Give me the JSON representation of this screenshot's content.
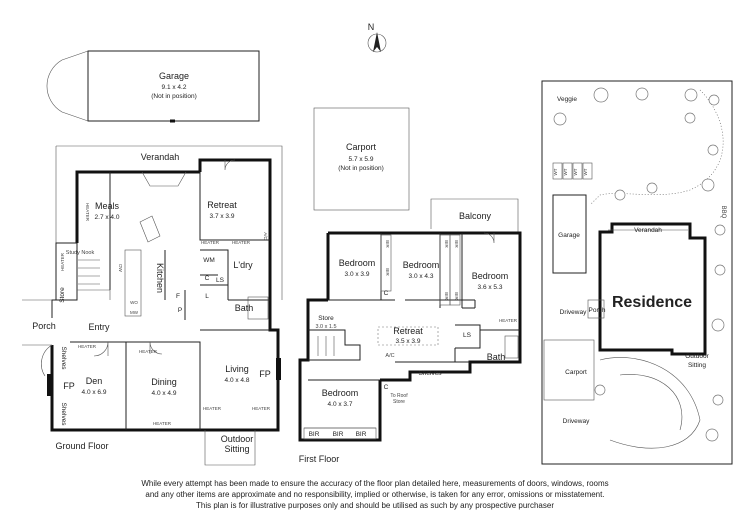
{
  "north": "N",
  "garage": {
    "name": "Garage",
    "size": "9.1 x 4.2",
    "note": "(Not in position)"
  },
  "carport": {
    "name": "Carport",
    "size": "5.7 x 5.9",
    "note": "(Not in position)"
  },
  "ground": {
    "title": "Ground Floor",
    "verandah": "Verandah",
    "meals": {
      "name": "Meals",
      "size": "2.7 x 4.0"
    },
    "retreat": {
      "name": "Retreat",
      "size": "3.7 x 3.9"
    },
    "kitchen": "Kitchen",
    "ldry": "L'dry",
    "wm": "WM",
    "ls": "LS",
    "c": "C",
    "l": "L",
    "f": "F",
    "p": "P",
    "wo": "WO",
    "mw": "MW",
    "dw": "DW",
    "bath": "Bath",
    "study": "Study Nook",
    "store": "Store",
    "porch": "Porch",
    "entry": "Entry",
    "den": {
      "name": "Den",
      "size": "4.0 x 6.9"
    },
    "dining": {
      "name": "Dining",
      "size": "4.0 x 4.9"
    },
    "living": {
      "name": "Living",
      "size": "4.0 x 4.8"
    },
    "outdoor": [
      "Outdoor",
      "Sitting"
    ],
    "fp": "FP",
    "shelves": "Shelves",
    "heater": "HEATER",
    "ac": "A/C"
  },
  "first": {
    "title": "First Floor",
    "balcony": "Balcony",
    "bedroom1": {
      "name": "Bedroom",
      "size": "3.0 x 3.9"
    },
    "bedroom2": {
      "name": "Bedroom",
      "size": "3.0 x 4.3"
    },
    "bedroom3": {
      "name": "Bedroom",
      "size": "3.6 x 5.3"
    },
    "bedroom4": {
      "name": "Bedroom",
      "size": "4.0 x 3.7"
    },
    "store": {
      "name": "Store",
      "size": "3.0 x 1.5"
    },
    "retreat": {
      "name": "Retreat",
      "size": "3.5 x 3.9"
    },
    "bath": "Bath",
    "ls": "LS",
    "c": "C",
    "bir": "BIR",
    "shelves": "Shelves",
    "ac": "A/C",
    "heater": "HEATER",
    "roof": [
      "To Roof",
      "Store"
    ]
  },
  "site": {
    "veggie": "Veggie",
    "garage": "Garage",
    "verandah": "Verandah",
    "residence": "Residence",
    "porch": "Porch",
    "driveway": "Driveway",
    "carport": "Carport",
    "outdoor": [
      "Outdoor",
      "Sitting"
    ],
    "bbq": "BBQ",
    "wt": "WT"
  },
  "disclaimer": [
    "While every attempt has been made to ensure the accuracy of the floor plan detailed here, measurements of doors, windows, rooms",
    "and any other items are approximate and no responsibility, implied or otherwise, is taken for any error, omissions or misstatement.",
    "This plan is for illustrative purposes only and should be utilised as such by any prospective purchaser"
  ]
}
